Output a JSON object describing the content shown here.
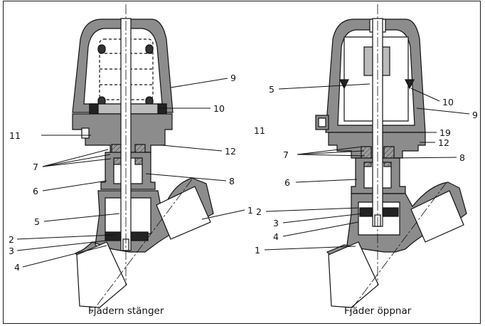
{
  "colors": {
    "housing_fill": "#8c8c8c",
    "line": "#111111",
    "background": "#ffffff"
  },
  "left_figure": {
    "caption": "Fjädern stänger",
    "labels": {
      "n9": "9",
      "n10": "10",
      "n11": "11",
      "n12": "12",
      "n7": "7",
      "n6": "6",
      "n8": "8",
      "n5": "5",
      "n1": "1",
      "n2": "2",
      "n3": "3",
      "n4": "4"
    }
  },
  "right_figure": {
    "caption": "Fjäder öppnar",
    "labels": {
      "n5": "5",
      "n10": "10",
      "n9": "9",
      "n11": "11",
      "n19": "19",
      "n12": "12",
      "n7": "7",
      "n8": "8",
      "n6": "6",
      "n2": "2",
      "n3": "3",
      "n4": "4",
      "n1": "1"
    }
  }
}
